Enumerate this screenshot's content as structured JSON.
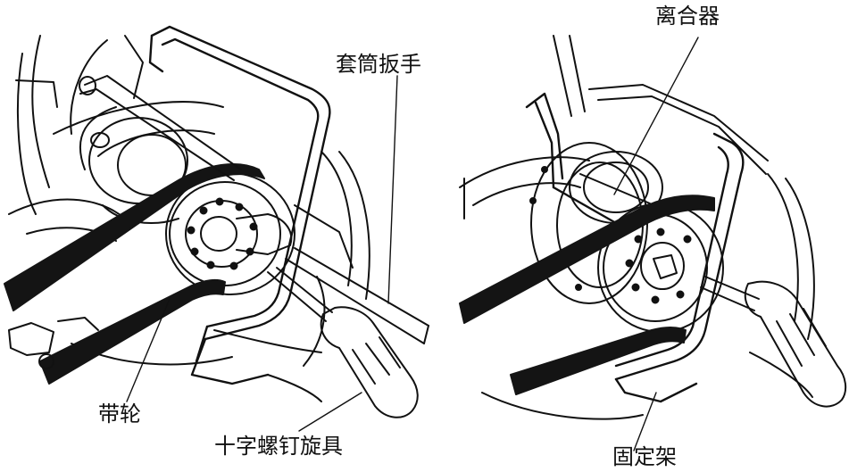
{
  "labels": {
    "socket_wrench": "套筒扳手",
    "pulley": "带轮",
    "phillips_screwdriver": "十字螺钉旋具",
    "clutch": "离合器",
    "holding_fixture": "固定架"
  },
  "colors": {
    "ink": "#111111",
    "background": "#ffffff",
    "belt": "#141414"
  }
}
